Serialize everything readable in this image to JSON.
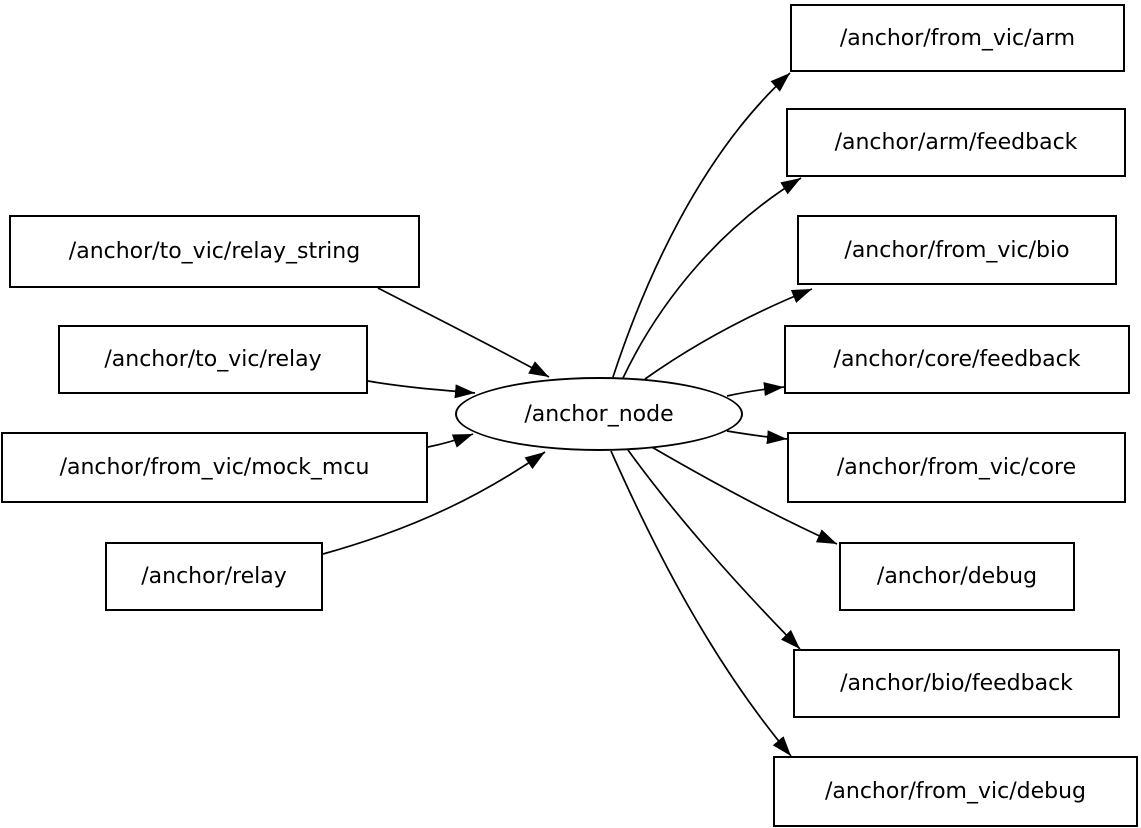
{
  "diagram": {
    "type": "node-graph",
    "center_node": {
      "label": "/anchor_node"
    },
    "input_topics": [
      {
        "label": "/anchor/to_vic/relay_string"
      },
      {
        "label": "/anchor/to_vic/relay"
      },
      {
        "label": "/anchor/from_vic/mock_mcu"
      },
      {
        "label": "/anchor/relay"
      }
    ],
    "output_topics": [
      {
        "label": "/anchor/from_vic/arm"
      },
      {
        "label": "/anchor/arm/feedback"
      },
      {
        "label": "/anchor/from_vic/bio"
      },
      {
        "label": "/anchor/core/feedback"
      },
      {
        "label": "/anchor/from_vic/core"
      },
      {
        "label": "/anchor/debug"
      },
      {
        "label": "/anchor/bio/feedback"
      },
      {
        "label": "/anchor/from_vic/debug"
      }
    ],
    "edges": [
      {
        "from": "/anchor/to_vic/relay_string",
        "to": "/anchor_node"
      },
      {
        "from": "/anchor/to_vic/relay",
        "to": "/anchor_node"
      },
      {
        "from": "/anchor/from_vic/mock_mcu",
        "to": "/anchor_node"
      },
      {
        "from": "/anchor/relay",
        "to": "/anchor_node"
      },
      {
        "from": "/anchor_node",
        "to": "/anchor/from_vic/arm"
      },
      {
        "from": "/anchor_node",
        "to": "/anchor/arm/feedback"
      },
      {
        "from": "/anchor_node",
        "to": "/anchor/from_vic/bio"
      },
      {
        "from": "/anchor_node",
        "to": "/anchor/core/feedback"
      },
      {
        "from": "/anchor_node",
        "to": "/anchor/from_vic/core"
      },
      {
        "from": "/anchor_node",
        "to": "/anchor/debug"
      },
      {
        "from": "/anchor_node",
        "to": "/anchor/bio/feedback"
      },
      {
        "from": "/anchor_node",
        "to": "/anchor/from_vic/debug"
      }
    ],
    "colors": {
      "background": "#ffffff",
      "node_outline": "#000000",
      "edge": "#000000",
      "text": "#000000"
    }
  }
}
